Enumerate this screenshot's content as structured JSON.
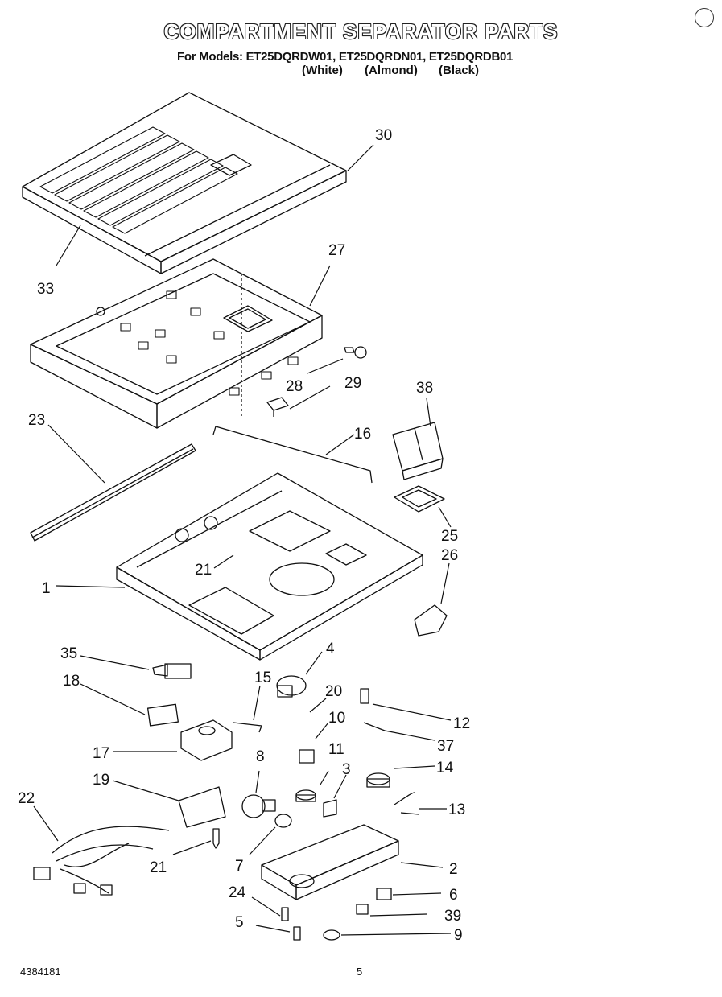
{
  "header": {
    "title": "COMPARTMENT SEPARATOR PARTS",
    "models_line": "For Models: ET25DQRDW01, ET25DQRDN01, ET25DQRDB01",
    "colors": [
      "(White)",
      "(Almond)",
      "(Black)"
    ]
  },
  "callouts": [
    "30",
    "33",
    "27",
    "28",
    "29",
    "38",
    "23",
    "16",
    "25",
    "26",
    "1",
    "21",
    "35",
    "4",
    "20",
    "15",
    "18",
    "12",
    "10",
    "37",
    "17",
    "8",
    "11",
    "3",
    "14",
    "19",
    "13",
    "22",
    "21",
    "7",
    "2",
    "24",
    "6",
    "39",
    "5",
    "9"
  ],
  "footer": {
    "doc_number": "4384181",
    "page_number": "5"
  }
}
